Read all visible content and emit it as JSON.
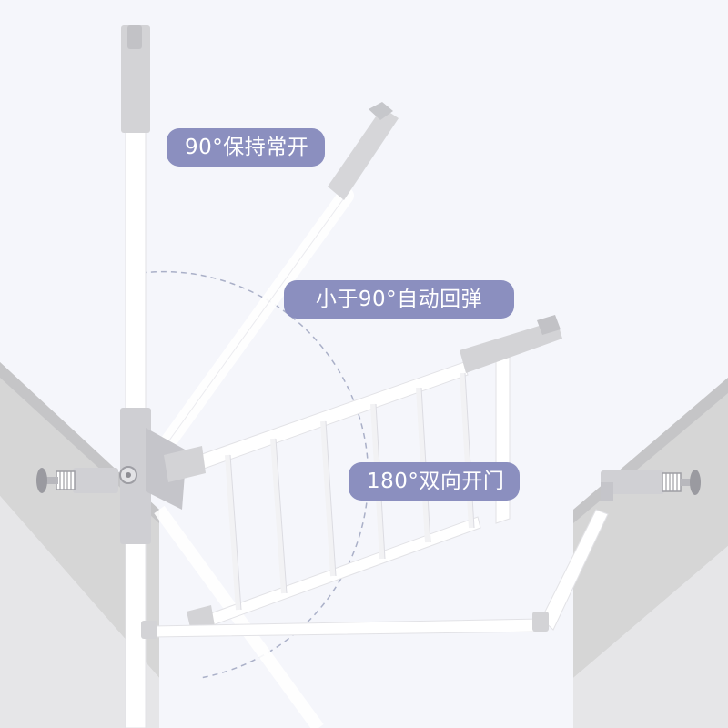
{
  "labels": {
    "hold_open": "90°保持常开",
    "auto_close": "小于90°自动回弹",
    "double_open": "180°双向开门"
  },
  "colors": {
    "background": "#f5f6fb",
    "pill": "#8b8fbf",
    "wall": "#dcdcdc",
    "wall_shadow": "#c9c9c9",
    "gate_white": "#ffffff",
    "fitting_grey": "#d3d3d3",
    "hinge_ghost": "#bfc0c6",
    "arc_dashed": "#aab0c8"
  },
  "icons": {
    "wall_mount_left": "pressure-mount-bolt-icon",
    "wall_mount_right": "pressure-mount-bolt-icon",
    "hinge": "hinge-icon"
  }
}
